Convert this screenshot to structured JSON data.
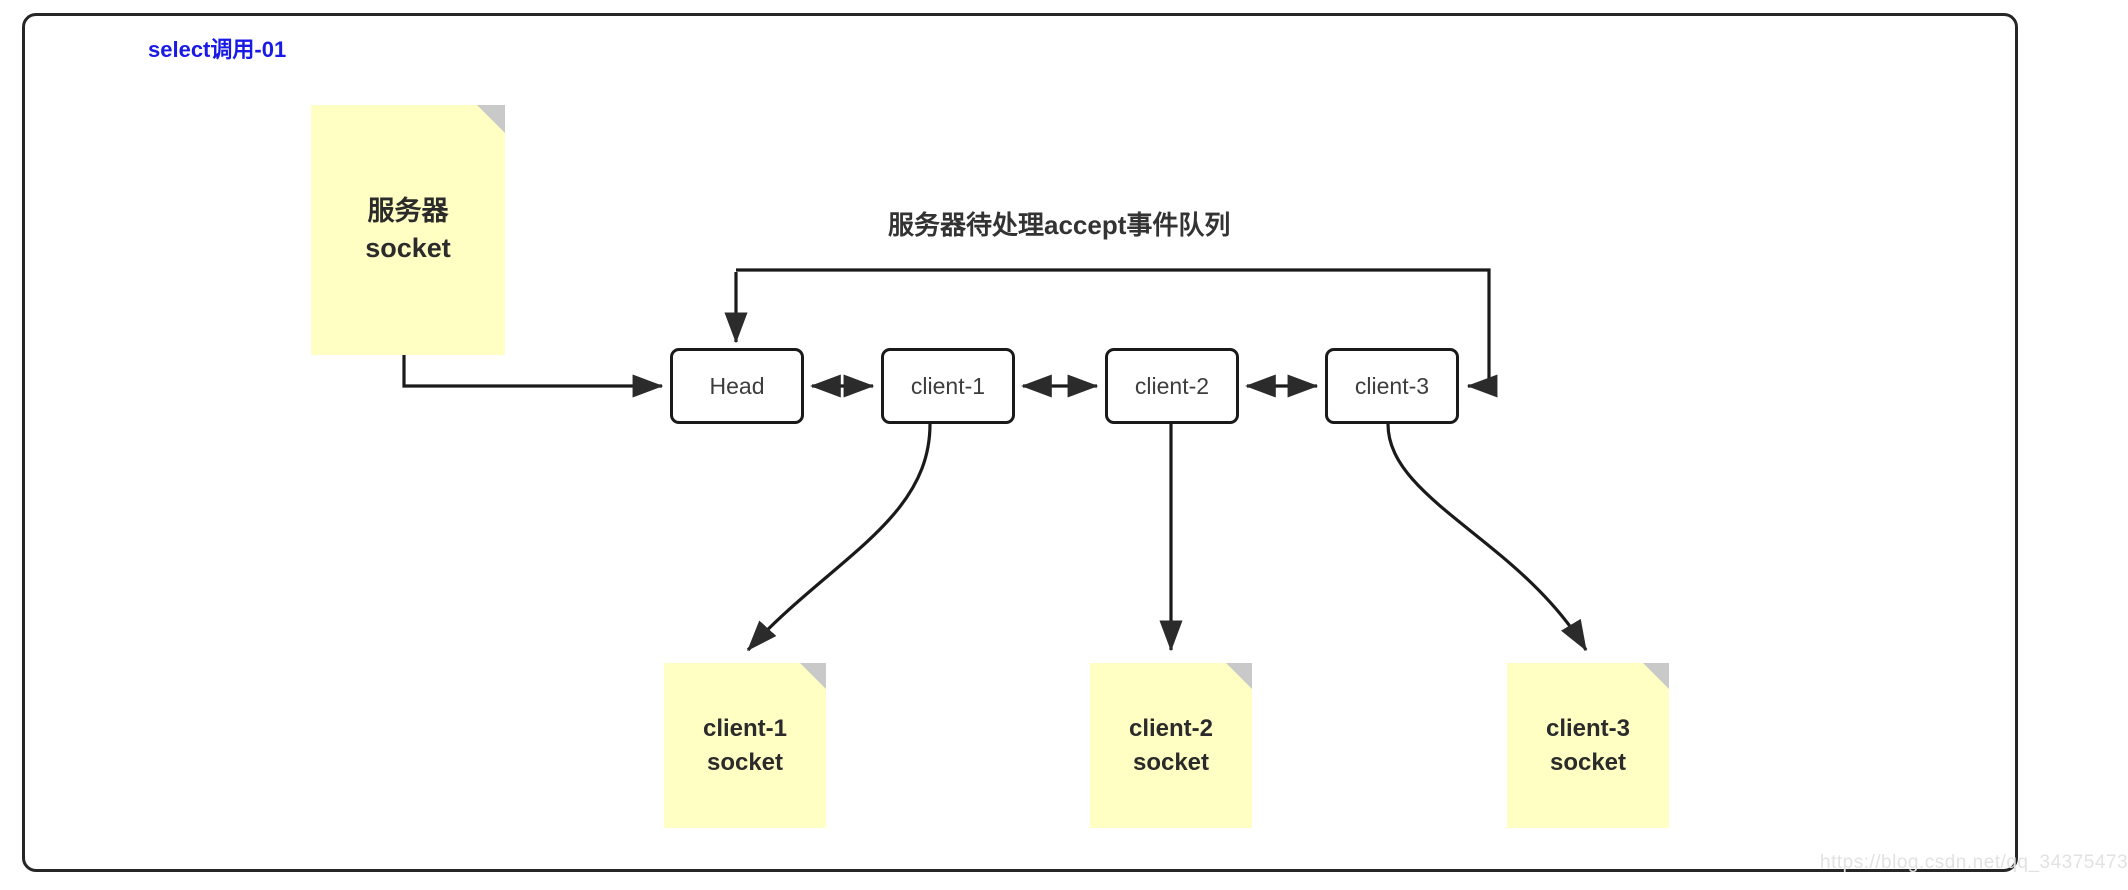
{
  "diagram": {
    "title": "select调用-01",
    "title_color": "#1a1ae6",
    "queue_heading": "服务器待处理accept事件队列",
    "watermark": "https://blog.csdn.net/qq_34375473",
    "note_color": "#ffffc4",
    "note_fold_color": "#c9c9c9",
    "stroke_color": "#1a1a1a"
  },
  "notes": {
    "server": {
      "line1": "服务器",
      "line2": "socket"
    },
    "client1": {
      "line1": "client-1",
      "line2": "socket"
    },
    "client2": {
      "line1": "client-2",
      "line2": "socket"
    },
    "client3": {
      "line1": "client-3",
      "line2": "socket"
    }
  },
  "nodes": [
    {
      "id": "head",
      "label": "Head"
    },
    {
      "id": "client1",
      "label": "client-1"
    },
    {
      "id": "client2",
      "label": "client-2"
    },
    {
      "id": "client3",
      "label": "client-3"
    }
  ]
}
